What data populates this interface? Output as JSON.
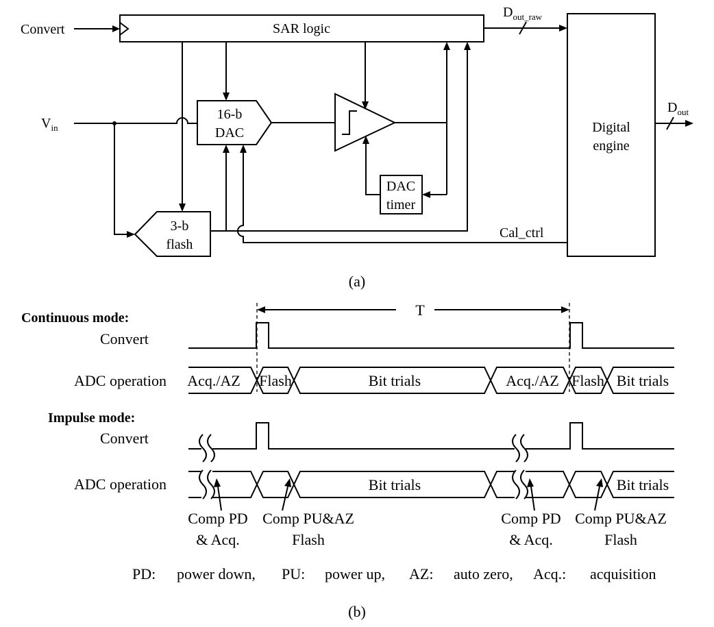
{
  "block_diagram": {
    "inputs": {
      "convert": "Convert",
      "vin_main": "V",
      "vin_sub": "in"
    },
    "blocks": {
      "sar_logic": "SAR logic",
      "dac_line1": "16-b",
      "dac_line2": "DAC",
      "flash_line1": "3-b",
      "flash_line2": "flash",
      "timer_line1": "DAC",
      "timer_line2": "timer",
      "engine_line1": "Digital",
      "engine_line2": "engine"
    },
    "signals": {
      "dout_raw_main": "D",
      "dout_raw_sub": "out_raw",
      "dout_main": "D",
      "dout_sub": "out",
      "cal_ctrl": "Cal_ctrl"
    },
    "caption": "(a)"
  },
  "timing_diagram": {
    "period_label": "T",
    "continuous": {
      "title": "Continuous mode:",
      "convert_label": "Convert",
      "adc_label": "ADC operation",
      "segments": [
        "Acq./AZ",
        "Flash",
        "Bit trials",
        "Acq./AZ",
        "Flash",
        "Bit trials"
      ]
    },
    "impulse": {
      "title": "Impulse mode:",
      "convert_label": "Convert",
      "adc_label": "ADC operation",
      "segments": [
        "Bit trials",
        "Bit trials"
      ],
      "annotations": [
        {
          "line1": "Comp PD",
          "line2": "& Acq."
        },
        {
          "line1": "Comp PU&AZ",
          "line2": "Flash"
        },
        {
          "line1": "Comp PD",
          "line2": "& Acq."
        },
        {
          "line1": "Comp PU&AZ",
          "line2": "Flash"
        }
      ]
    },
    "legend": {
      "pd_key": "PD:",
      "pd_val": "power down,",
      "pu_key": "PU:",
      "pu_val": "power up,",
      "az_key": "AZ:",
      "az_val": "auto zero,",
      "acq_key": "Acq.:",
      "acq_val": "acquisition"
    },
    "caption": "(b)"
  }
}
